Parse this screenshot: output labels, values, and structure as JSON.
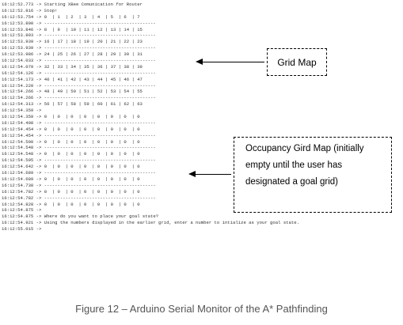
{
  "serial_monitor": {
    "lines": [
      "16:12:52.773 -> Starting XBee Comunication for Router",
      "16:12:52.816 -> Stop!",
      "16:12:53.754 -> 0  | 1  | 2  | 3  | 4  | 5  | 6  | 7",
      "16:12:53.800 -> ------------------------------------------",
      "16:12:53.846 -> 8  | 9  | 10 | 11 | 12 | 13 | 14 | 15",
      "16:12:53.893 -> ------------------------------------------",
      "16:12:53.939 -> 16 | 17 | 18 | 19 | 20 | 21 | 22 | 23",
      "16:12:53.939 -> ------------------------------------------",
      "16:12:53.986 -> 24 | 25 | 26 | 27 | 28 | 29 | 30 | 31",
      "16:12:54.033 -> ------------------------------------------",
      "16:12:54.079 -> 32 | 33 | 34 | 35 | 36 | 37 | 38 | 39",
      "16:12:54.126 -> ------------------------------------------",
      "16:12:54.173 -> 40 | 41 | 42 | 43 | 44 | 45 | 46 | 47",
      "16:12:54.220 -> ------------------------------------------",
      "16:12:54.266 -> 48 | 49 | 50 | 51 | 52 | 53 | 54 | 55",
      "16:12:54.266 -> ------------------------------------------",
      "16:12:54.313 -> 56 | 57 | 58 | 59 | 60 | 61 | 62 | 63",
      "16:12:54.359 ->",
      "16:12:54.359 -> 0  | 0  | 0  | 0  | 0  | 0  | 0  | 0",
      "16:12:54.408 -> ------------------------------------------",
      "16:12:54.454 -> 0  | 0  | 0  | 0  | 0  | 0  | 0  | 0",
      "16:12:54.454 -> ------------------------------------------",
      "16:12:54.500 -> 0  | 0  | 0  | 0  | 0  | 0  | 0  | 0",
      "16:12:54.548 -> ------------------------------------------",
      "16:12:54.548 -> 0  | 0  | 0  | 0  | 0  | 0  | 0  | 0",
      "16:12:54.595 -> ------------------------------------------",
      "16:12:54.642 -> 0  | 0  | 0  | 0  | 0  | 0  | 0  | 0",
      "16:12:54.689 -> ------------------------------------------",
      "16:12:54.689 -> 0  | 0  | 0  | 0  | 0  | 0  | 0  | 0",
      "16:12:54.738 -> ------------------------------------------",
      "16:12:54.782 -> 0  | 0  | 0  | 0  | 0  | 0  | 0  | 0",
      "16:12:54.782 -> ------------------------------------------",
      "16:12:54.828 -> 0  | 0  | 0  | 0  | 0  | 0  | 0  | 0",
      "16:12:54.875 ->",
      "16:12:54.875 -> Where do you want to place your goal state?",
      "16:12:54.921 -> Using the numbers displayed in the earlier grid, enter a number to intialize as your goal state.",
      "16:12:55.015 ->"
    ]
  },
  "callouts": {
    "grid_map": "Grid Map",
    "occupancy_lines": [
      "Occupancy Gird Map (initially",
      "empty until the user has",
      "designated a goal grid)"
    ]
  },
  "caption": "Figure 12 – Arduino Serial Monitor of the A* Pathfinding"
}
